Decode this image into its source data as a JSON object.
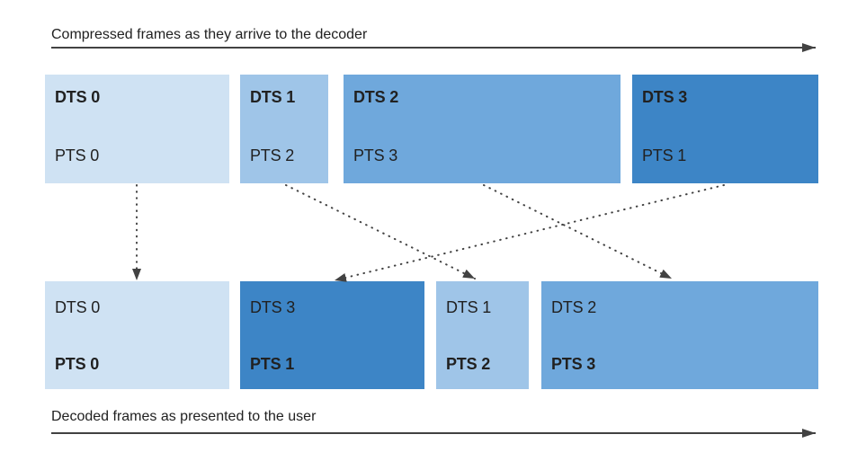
{
  "diagram": {
    "description": "Video frame DTS/PTS reordering between decoder input and presentation output",
    "colors": {
      "arrow": "#424242",
      "text": "#212121",
      "frame_lightest": "#cfe2f3",
      "frame_light": "#9fc5e8",
      "frame_medium": "#6fa8dc",
      "frame_dark": "#3d85c6"
    },
    "top_section": {
      "title": "Compressed frames as they arrive to the decoder",
      "frames": [
        {
          "dts": "DTS 0",
          "pts": "PTS 0",
          "color": "#cfe2f3"
        },
        {
          "dts": "DTS 1",
          "pts": "PTS 2",
          "color": "#9fc5e8"
        },
        {
          "dts": "DTS 2",
          "pts": "PTS 3",
          "color": "#6fa8dc"
        },
        {
          "dts": "DTS 3",
          "pts": "PTS 1",
          "color": "#3d85c6"
        }
      ]
    },
    "bottom_section": {
      "title": "Decoded frames as presented to the user",
      "frames": [
        {
          "dts": "DTS 0",
          "pts": "PTS 0",
          "color": "#cfe2f3"
        },
        {
          "dts": "DTS 3",
          "pts": "PTS 1",
          "color": "#3d85c6"
        },
        {
          "dts": "DTS 1",
          "pts": "PTS 2",
          "color": "#9fc5e8"
        },
        {
          "dts": "DTS 2",
          "pts": "PTS 3",
          "color": "#6fa8dc"
        }
      ]
    },
    "connections": [
      {
        "from_top_frame": 0,
        "to_bottom_frame": 0,
        "pts": "PTS 0"
      },
      {
        "from_top_frame": 1,
        "to_bottom_frame": 2,
        "pts": "PTS 2"
      },
      {
        "from_top_frame": 2,
        "to_bottom_frame": 3,
        "pts": "PTS 3"
      },
      {
        "from_top_frame": 3,
        "to_bottom_frame": 1,
        "pts": "PTS 1"
      }
    ]
  }
}
